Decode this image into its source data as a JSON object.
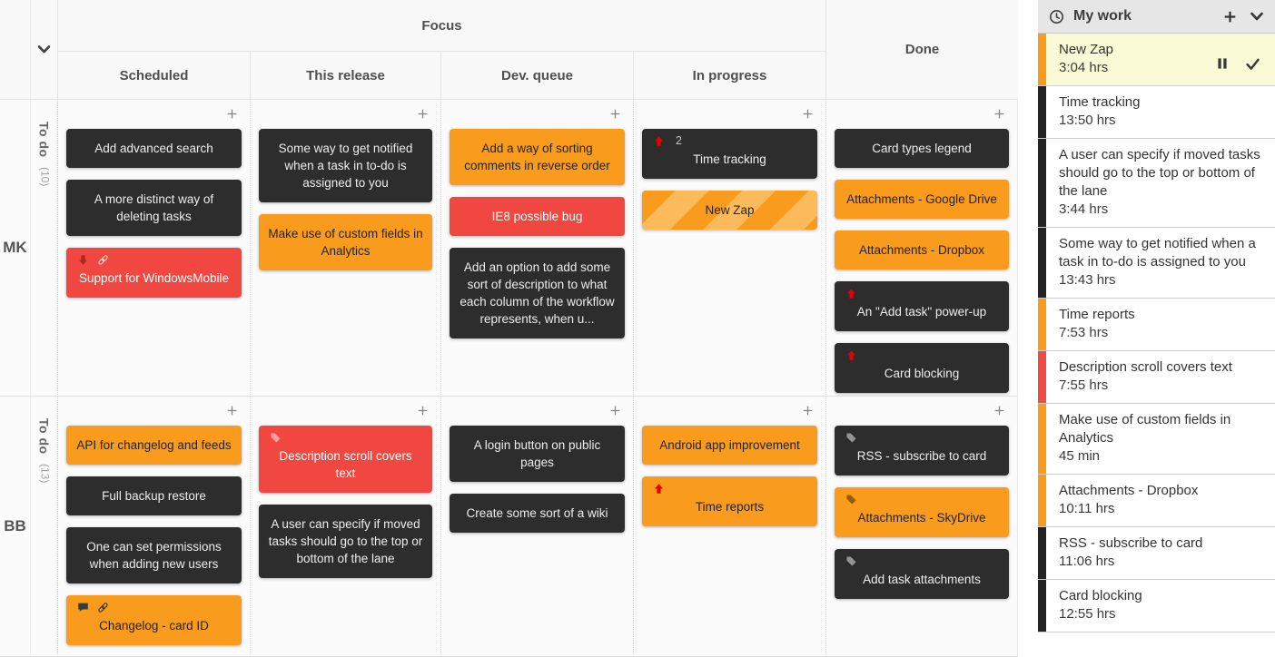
{
  "board": {
    "header": {
      "focus_label": "Focus",
      "done_label": "Done",
      "columns": [
        "Scheduled",
        "This release",
        "Dev. queue",
        "In progress"
      ]
    },
    "lanes": [
      {
        "owner": "MK",
        "todo_label": "To do",
        "todo_count": "(10)",
        "cells": [
          {
            "column": "scheduled",
            "cards": [
              {
                "text": "Add advanced search",
                "type": "dark"
              },
              {
                "text": "A more distinct way of deleting tasks",
                "type": "dark"
              },
              {
                "text": "Support for WindowsMobile",
                "type": "red",
                "icons": [
                  "arrow-down",
                  "link"
                ]
              }
            ]
          },
          {
            "column": "this-release",
            "cards": [
              {
                "text": "Some way to get notified when a task in to-do is assigned to you",
                "type": "dark"
              },
              {
                "text": "Make use of custom fields in Analytics",
                "type": "orange"
              }
            ]
          },
          {
            "column": "dev-queue",
            "cards": [
              {
                "text": "Add a way of sorting comments in reverse order",
                "type": "orange"
              },
              {
                "text": "IE8 possible bug",
                "type": "red"
              },
              {
                "text": "Add an option to add some sort of description to what each column of the workflow represents, when u...",
                "type": "dark"
              }
            ]
          },
          {
            "column": "in-progress",
            "cards": [
              {
                "text": "Time tracking",
                "type": "dark",
                "icons": [
                  "arrow-up"
                ],
                "badge": "2"
              },
              {
                "text": "New Zap",
                "type": "striped"
              }
            ]
          },
          {
            "column": "done",
            "cards": [
              {
                "text": "Card types legend",
                "type": "dark"
              },
              {
                "text": "Attachments - Google Drive",
                "type": "orange"
              },
              {
                "text": "Attachments - Dropbox",
                "type": "orange"
              },
              {
                "text": "An \"Add task\" power-up",
                "type": "dark",
                "icons": [
                  "arrow-up"
                ]
              },
              {
                "text": "Card blocking",
                "type": "dark",
                "icons": [
                  "arrow-up"
                ]
              }
            ]
          }
        ]
      },
      {
        "owner": "BB",
        "todo_label": "To do",
        "todo_count": "(13)",
        "cells": [
          {
            "column": "scheduled",
            "cards": [
              {
                "text": "API for changelog and feeds",
                "type": "orange"
              },
              {
                "text": "Full backup restore",
                "type": "dark"
              },
              {
                "text": "One can set permissions when adding new users",
                "type": "dark"
              },
              {
                "text": "Changelog - card ID",
                "type": "orange",
                "icons": [
                  "comment",
                  "link"
                ]
              }
            ]
          },
          {
            "column": "this-release",
            "cards": [
              {
                "text": "Description scroll covers text",
                "type": "red",
                "icons": [
                  "tag"
                ]
              },
              {
                "text": "A user can specify if moved tasks should go to the top or bottom of the lane",
                "type": "dark"
              }
            ]
          },
          {
            "column": "dev-queue",
            "cards": [
              {
                "text": "A login button on public pages",
                "type": "dark"
              },
              {
                "text": "Create some sort of a wiki",
                "type": "dark"
              }
            ]
          },
          {
            "column": "in-progress",
            "cards": [
              {
                "text": "Android app improvement",
                "type": "orange"
              },
              {
                "text": "Time reports",
                "type": "orange",
                "icons": [
                  "arrow-up"
                ]
              }
            ]
          },
          {
            "column": "done",
            "cards": [
              {
                "text": "RSS - subscribe to card",
                "type": "dark",
                "icons": [
                  "tag"
                ]
              },
              {
                "text": "Attachments - SkyDrive",
                "type": "orange",
                "icons": [
                  "tag"
                ]
              },
              {
                "text": "Add task attachments",
                "type": "dark",
                "icons": [
                  "tag"
                ]
              }
            ]
          }
        ]
      }
    ]
  },
  "panel": {
    "title": "My work",
    "items": [
      {
        "title": "New Zap",
        "time": "3:04 hrs",
        "bar": "orange",
        "active": true
      },
      {
        "title": "Time tracking",
        "time": "13:50 hrs",
        "bar": "black"
      },
      {
        "title": "A user can specify if moved tasks should go to the top or bottom of the lane",
        "time": "3:44 hrs",
        "bar": "black"
      },
      {
        "title": "Some way to get notified when a task in to-do is assigned to you",
        "time": "13:43 hrs",
        "bar": "black"
      },
      {
        "title": "Time reports",
        "time": "7:53 hrs",
        "bar": "orange"
      },
      {
        "title": "Description scroll covers text",
        "time": "7:55 hrs",
        "bar": "red"
      },
      {
        "title": "Make use of custom fields in Analytics",
        "time": "45 min",
        "bar": "orange"
      },
      {
        "title": "Attachments - Dropbox",
        "time": "10:11 hrs",
        "bar": "orange"
      },
      {
        "title": "RSS - subscribe to card",
        "time": "11:06 hrs",
        "bar": "black"
      },
      {
        "title": "Card blocking",
        "time": "12:55 hrs",
        "bar": "black"
      }
    ]
  },
  "colors": {
    "orange_card": "#f99b1d",
    "orange_stripe_light": "#fcba5b",
    "dark_card": "#2d2d2d",
    "red_card": "#f04840",
    "priority_arrow_red": "#e60000",
    "active_item_bg": "#fbfad7",
    "bar_orange": "#f99b1d",
    "bar_black": "#232323",
    "bar_red": "#ef4a43"
  }
}
